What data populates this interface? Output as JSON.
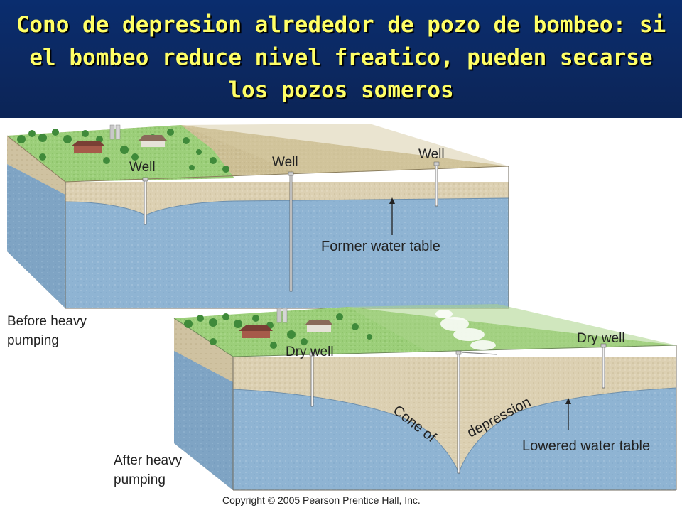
{
  "title": "Cono de depresion alrededor de pozo de bombeo: si el bombeo reduce nivel freatico, pueden secarse los pozos someros",
  "top_block": {
    "caption_line1": "Before heavy",
    "caption_line2": "pumping",
    "well_label_1": "Well",
    "well_label_2": "Well",
    "well_label_3": "Well",
    "water_table_label": "Former water table"
  },
  "bottom_block": {
    "caption_line1": "After heavy",
    "caption_line2": "pumping",
    "dry_well_label_1": "Dry well",
    "dry_well_label_2": "Dry well",
    "cone_label_1": "Cone of",
    "cone_label_2": "depression",
    "water_table_label": "Lowered water table"
  },
  "copyright": "Copyright © 2005 Pearson Prentice Hall, Inc.",
  "colors": {
    "title_bg": "#0b2860",
    "title_text": "#ffff66",
    "water": "#8fb4d3",
    "sediment": "#dcd0b2",
    "grass": "#9ccf7a",
    "dry_land": "#cdbf95"
  }
}
